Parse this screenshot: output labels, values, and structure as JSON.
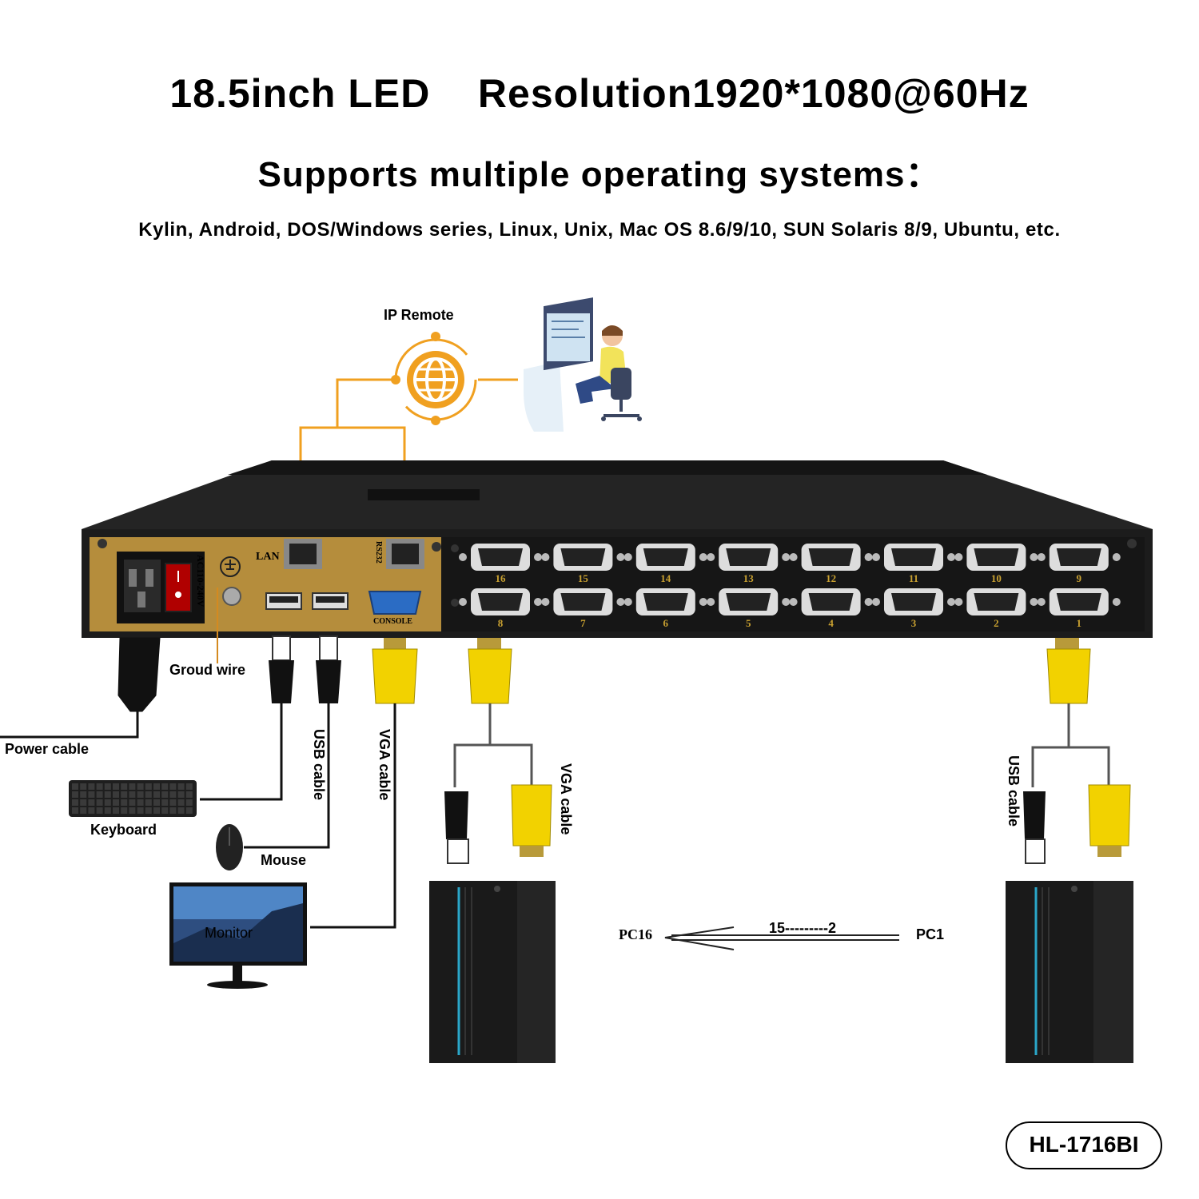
{
  "header": {
    "line1": "18.5inch LED    Resolution1920*1080@60Hz",
    "line2": "Supports multiple operating systems：",
    "line3": "Kylin, Android, DOS/Windows series, Linux, Unix, Mac OS 8.6/9/10, SUN Solaris 8/9, Ubuntu, etc."
  },
  "remote": {
    "label": "IP Remote"
  },
  "panel": {
    "lan": "LAN",
    "rs232": "RS232",
    "console": "CONSOLE",
    "power_rating": "AC110-240V",
    "ports_top": [
      "16",
      "15",
      "14",
      "13",
      "12",
      "11",
      "10",
      "9"
    ],
    "ports_bottom": [
      "8",
      "7",
      "6",
      "5",
      "4",
      "3",
      "2",
      "1"
    ]
  },
  "labels": {
    "ground_wire": "Groud wire",
    "power_cable": "Power cable",
    "keyboard": "Keyboard",
    "mouse": "Mouse",
    "monitor": "Monitor",
    "usb_cable_left": "USB cable",
    "vga_cable_left": "VGA cable",
    "vga_cable_mid": "VGA cable",
    "usb_cable_right": "USB cable",
    "pc16": "PC16",
    "pc1": "PC1",
    "range": "15---------2"
  },
  "model": "HL-1716BI",
  "colors": {
    "chassis": "#1c1c1c",
    "panel_gold": "#b58d3c",
    "remote_orange": "#f0a020",
    "cable_yellow": "#f2d200",
    "port_gold": "#c8a030"
  }
}
